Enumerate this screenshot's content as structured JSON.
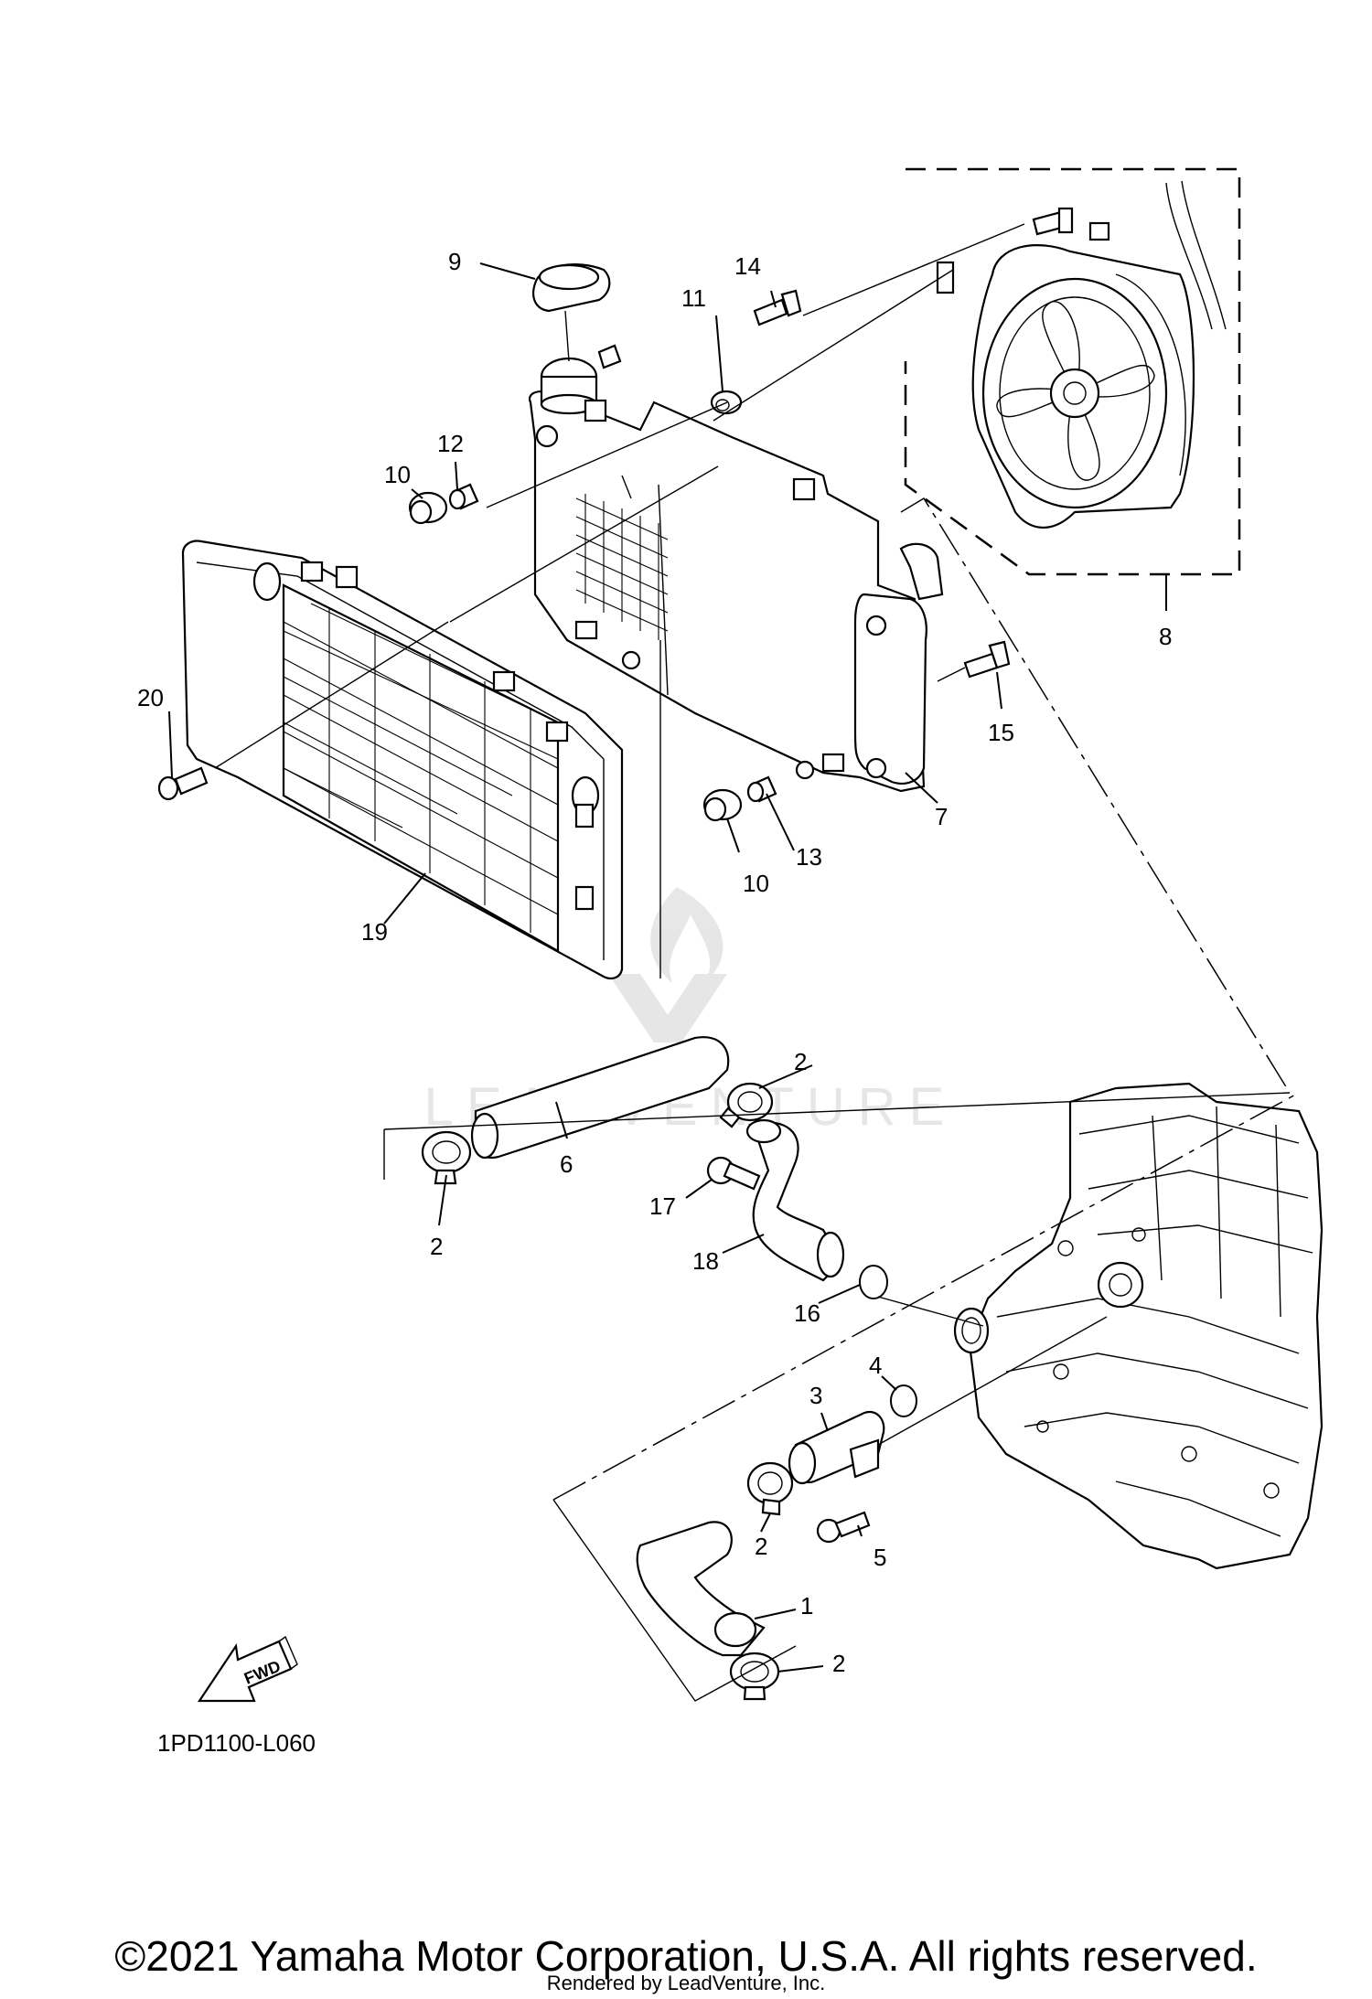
{
  "diagram": {
    "callouts": [
      "1",
      "2",
      "3",
      "4",
      "5",
      "6",
      "7",
      "8",
      "9",
      "10",
      "11",
      "12",
      "13",
      "14",
      "15",
      "16",
      "17",
      "18",
      "19",
      "20"
    ],
    "drawing_code": "1PD1100-L060",
    "fwd_label": "FWD",
    "watermark": "LEADVENTURE"
  },
  "footer": {
    "copyright": "©2021 Yamaha Motor Corporation, U.S.A. All rights reserved.",
    "rendered_by": "Rendered by LeadVenture, Inc."
  }
}
